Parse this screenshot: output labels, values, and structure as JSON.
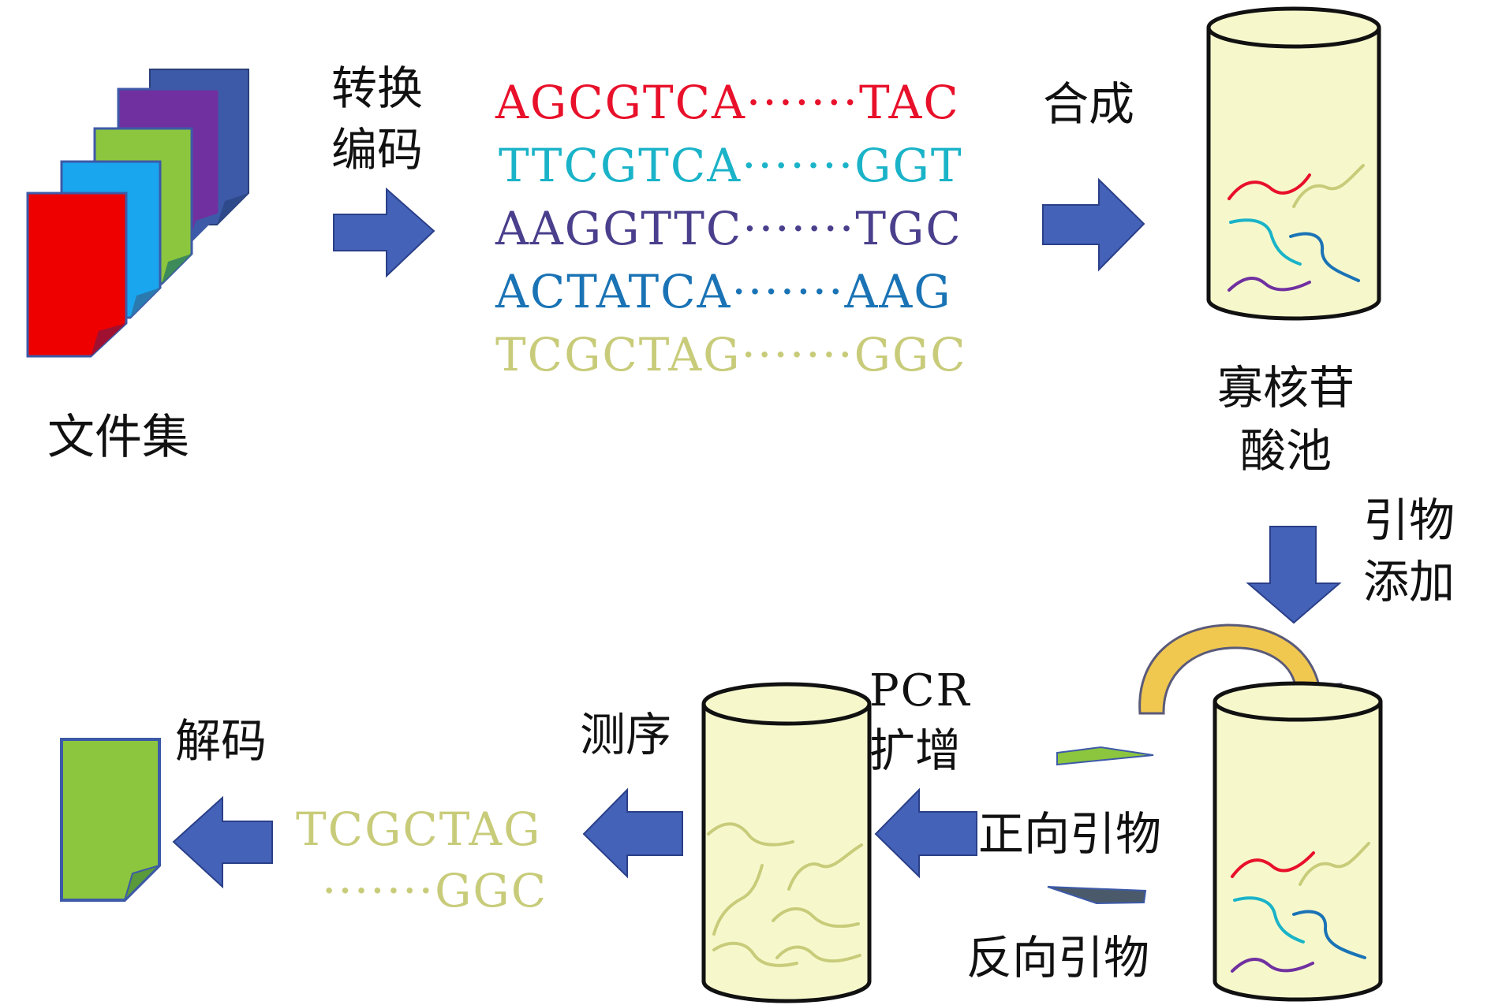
{
  "labels": {
    "file_set": "文件集",
    "convert_encode_line1": "转换",
    "convert_encode_line2": "编码",
    "synthesis": "合成",
    "pool_line1": "寡核苷",
    "pool_line2": "酸池",
    "primer_add_line1": "引物",
    "primer_add_line2": "添加",
    "pcr_line1": "PCR",
    "pcr_line2": "扩增",
    "sequencing": "测序",
    "decode": "解码",
    "forward_primer": "正向引物",
    "reverse_primer": "反向引物"
  },
  "sequences": [
    {
      "start": "AGCGTCA",
      "dots": "·······",
      "end": "TAC",
      "color": "#e8102a"
    },
    {
      "start": "TTCGTCA",
      "dots": "·······",
      "end": "GGT",
      "color": "#1ab3c8"
    },
    {
      "start": "AAGGTTC",
      "dots": "·······",
      "end": "TGC",
      "color": "#4a3f8c"
    },
    {
      "start": "ACTATCA",
      "dots": "·······",
      "end": "AAG",
      "color": "#1a73b5"
    },
    {
      "start": "TCGCTAG",
      "dots": "·······",
      "end": "GGC",
      "color": "#c8cc7a"
    }
  ],
  "decoded": {
    "start": "TCGCTAG",
    "dots": "·······",
    "end": "GGC",
    "color": "#c8cc7a"
  },
  "colors": {
    "arrow": "#4462b8",
    "cylinder_fill": "#f6f8cc",
    "curved_arrow": "#f0c850",
    "file_red": "#ee0000",
    "file_blue": "#19a6ee",
    "file_green": "#8cc63e",
    "file_purple": "#7030a0",
    "file_navy": "#3d5aa8"
  }
}
